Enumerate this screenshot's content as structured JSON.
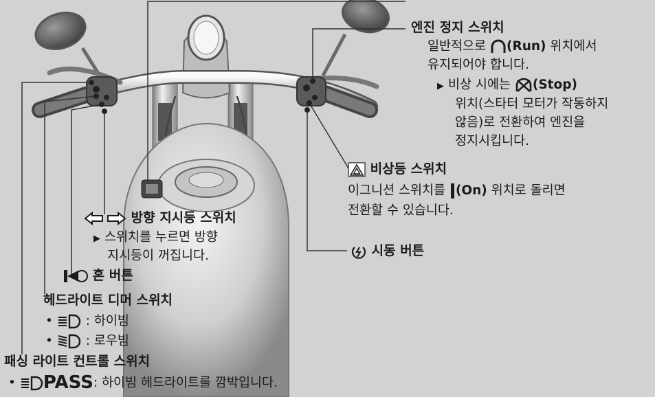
{
  "engine_stop": {
    "title": "엔진 정지 스위치",
    "line1_pre": "일반적으로",
    "run_label": "(Run)",
    "line1_post": "위치에서",
    "line2": "유지되어야 합니다.",
    "note_pre": "비상 시에는",
    "stop_label": "(Stop)",
    "note_line2": "위치(스타터 모터가 작동하지",
    "note_line3": "않음)로 전환하여 엔진을",
    "note_line4": "정지시킵니다."
  },
  "hazard": {
    "title": "비상등 스위치",
    "line1_pre": "이그니션 스위치를",
    "on_label": "(On)",
    "line1_post": "위치로 돌리면",
    "line2": "전환할 수 있습니다."
  },
  "start_button": {
    "title": "시동 버튼"
  },
  "turn_signal": {
    "title": "방향 지시등 스위치",
    "note_line1": "스위치를 누르면 방향",
    "note_line2": "지시등이 꺼집니다."
  },
  "horn": {
    "title": "혼 버튼"
  },
  "dimmer": {
    "title": "헤드라이트 디머 스위치",
    "items": [
      {
        "label": ": 하이빔"
      },
      {
        "label": ": 로우빔"
      }
    ]
  },
  "passing": {
    "title": "패싱 라이트 컨트롤 스위치",
    "pass_label": "PASS",
    "desc": ": 하이빔 헤드라이트를 깜박입니다."
  },
  "colors": {
    "background": "#d2d2d2",
    "text": "#1a1a1a",
    "leader": "#333333"
  }
}
